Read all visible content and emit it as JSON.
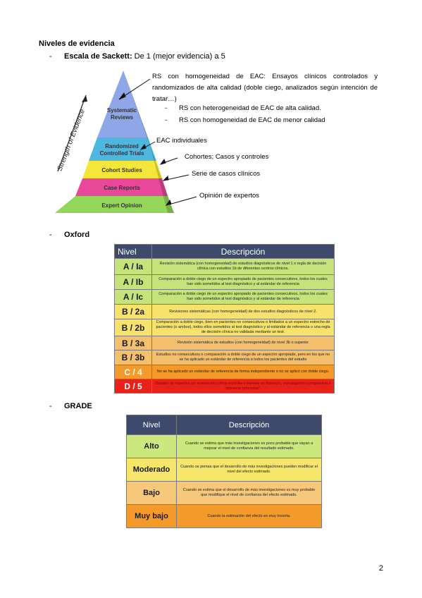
{
  "heading": "Niveles de evidencia",
  "sackett": {
    "label": "Escala de Sackett:",
    "text": " De 1 (mejor evidencia) a 5",
    "pyramid": {
      "axis_label": "Strength of Evidence",
      "layers": [
        {
          "label": "Systematic Reviews",
          "line1": "Systematic",
          "line2": "Reviews",
          "color": "#8fa6e8"
        },
        {
          "label": "Randomized Controlled Trials",
          "line1": "Randomized",
          "line2": "Controlled Trials",
          "color": "#4fb7df"
        },
        {
          "label": "Cohort Studies",
          "line1": "Cohort Studies",
          "line2": "",
          "color": "#f5e63a"
        },
        {
          "label": "Case Reports",
          "line1": "Case Reports",
          "line2": "",
          "color": "#e8479a"
        },
        {
          "label": "Expert Opinion",
          "line1": "Expert Opinion",
          "line2": "",
          "color": "#93d65a"
        }
      ]
    },
    "annotations": {
      "rs": "RS con homogeneidad de EAC: Ensayos clínicos controlados y randomizados de alta calidad (doble ciego, analizados según intención de tratar…)",
      "sub1": "RS con heterogeneidad de EAC de alta calidad.",
      "sub2": "RS con homogeneidad de EAC de menor calidad",
      "eac": "EAC individuales",
      "cohortes": "Cohortes; Casos y controles",
      "series": "Serie de casos clínicos",
      "opinion": "Opinión de expertos"
    }
  },
  "oxford": {
    "label": "Oxford",
    "header": {
      "level": "Nivel",
      "desc": "Descripción"
    },
    "rows": [
      {
        "level": "A / Ia",
        "color": "#c6e27a",
        "desc": "Revisión sistemática (con homogeneidad) de estudios diagnósticos de nivel 1 o regla de decisión clínica con estudios 1b de diferentes centros clínicos."
      },
      {
        "level": "A / Ib",
        "color": "#c6e27a",
        "desc": "Comparación a doble ciego de un espectro apropiado de pacientes consecutivos, todos los cuales han sido sometidos al test diagnóstico y al estándar de referencia"
      },
      {
        "level": "A / Ic",
        "color": "#c6e27a",
        "desc": "Comparación a doble ciego de un espectro apropiado de pacientes consecutivos, todos los cuales han sido sometidos al test diagnóstico y al estándar de referencia"
      },
      {
        "level": "B / 2a",
        "color": "#f7e26b",
        "desc": "Revisiones sistemáticas (con homogeneidad) de dos estudios diagnósticos de nivel 2."
      },
      {
        "level": "B / 2b",
        "color": "#f7e26b",
        "desc": "Comparación a doble ciego, bien en pacientes no consecutivos o limitados a un espectro estrecho de pacientes (o ambos), todos ellos sometidos al test diagnóstico y al estándar de referencia o una regla de decisión clínica no validada mediante un test."
      },
      {
        "level": "B / 3a",
        "color": "#f5c06e",
        "desc": "Revisión sistemática de estudios (con homogeneidad) de nivel 3b o superior"
      },
      {
        "level": "B / 3b",
        "color": "#f5c06e",
        "desc": "Estudios no consecutivos o comparación a doble ciego de un espectro apropiado, pero en los que no se ha aplicado un estándar de referencia a todos los pacientes del estudio"
      },
      {
        "level": "C / 4",
        "color": "#f39a2a",
        "desc": "No se ha aplicado un estándar de referencia de forma independiente o no se aplicó con doble ciego."
      },
      {
        "level": "D / 5",
        "color": "#e8221a",
        "desc": "Opinión de expertos sin evaluación crítica explícita o basada en fisiología, investigación comparativa o \"primeros principios\"."
      }
    ]
  },
  "grade": {
    "label": "GRADE",
    "header": {
      "level": "Nivel",
      "desc": "Descripción"
    },
    "rows": [
      {
        "level": "Alto",
        "color": "#cde77f",
        "desc": "Cuando se estima que más investigaciones es poco probable que vayan a mejorar el nivel de confianza del resultado estimado."
      },
      {
        "level": "Moderado",
        "color": "#f5e66b",
        "desc": "Cuando se piensa que el desarrollo de más investigaciones pueden modificar el nivel del efecto estimado."
      },
      {
        "level": "Bajo",
        "color": "#f7c77a",
        "desc": "Cuando se estima que el desarrollo de más investigaciones es muy probable que modifique el nivel de confianza del efecto estimado."
      },
      {
        "level": "Muy bajo",
        "color": "#f39a2a",
        "desc": "Cuando la estimación del efecto es muy incierta."
      }
    ]
  },
  "page_number": "2"
}
